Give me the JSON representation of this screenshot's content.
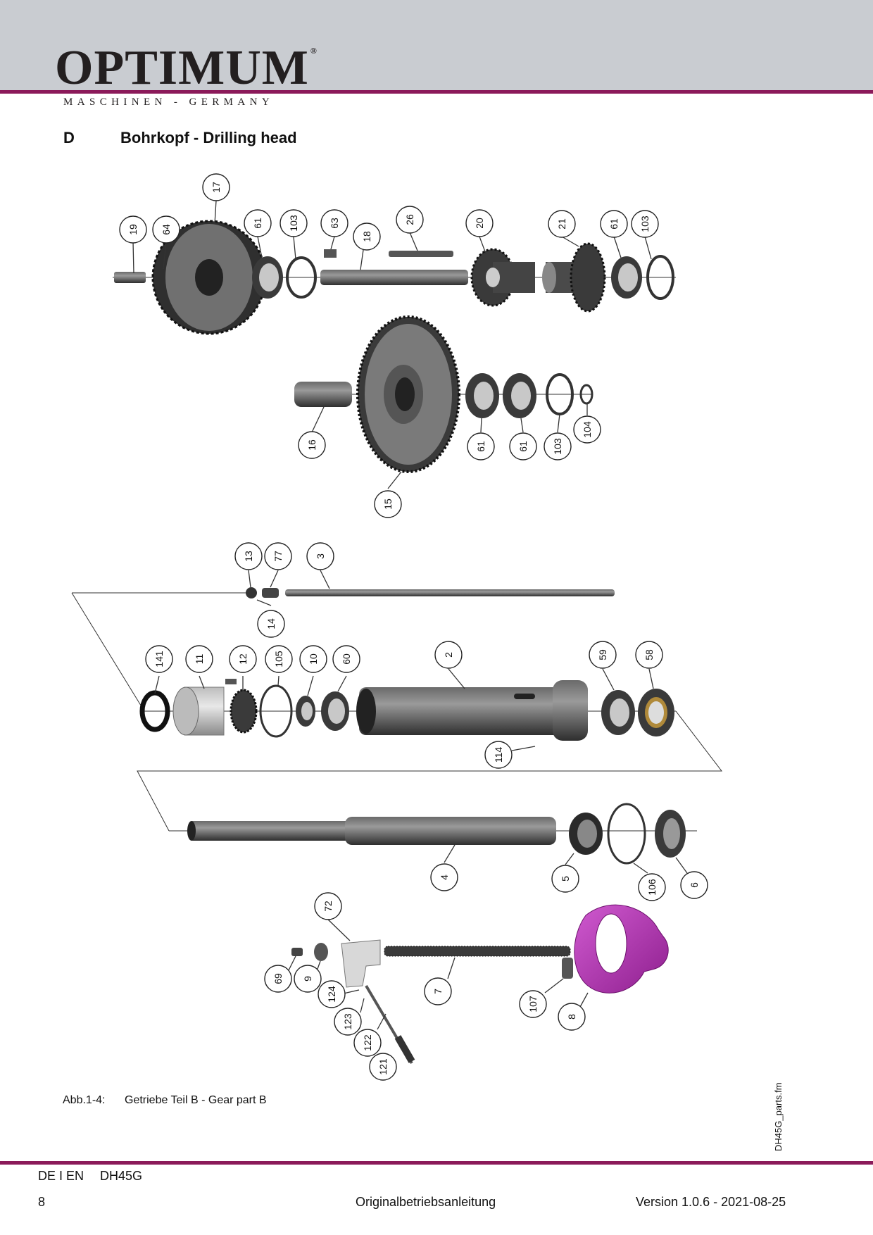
{
  "header": {
    "brand": "OPTIMUM",
    "registered": "®",
    "tagline": "MASCHINEN - GERMANY"
  },
  "section": {
    "letter": "D",
    "title": "Bohrkopf - Drilling head"
  },
  "diagram": {
    "callouts": [
      "17",
      "19",
      "64",
      "61",
      "103",
      "63",
      "18",
      "26",
      "20",
      "21",
      "61",
      "103",
      "16",
      "61",
      "61",
      "103",
      "104",
      "15",
      "13",
      "77",
      "3",
      "14",
      "141",
      "11",
      "12",
      "105",
      "10",
      "60",
      "2",
      "59",
      "58",
      "114",
      "4",
      "5",
      "106",
      "6",
      "72",
      "69",
      "9",
      "124",
      "123",
      "122",
      "121",
      "7",
      "107",
      "8"
    ]
  },
  "colors": {
    "accent": "#8b1a5a",
    "header_band": "#c9ccd1",
    "collar_part": "#b43ab4"
  },
  "caption": {
    "figure": "Abb.1-4:",
    "text": "Getriebe Teil B - Gear part B"
  },
  "side_label": "DH45G_parts.fm",
  "footer": {
    "languages": "DE I EN",
    "model": "DH45G",
    "page": "8",
    "center": "Originalbetriebsanleitung",
    "version": "Version 1.0.6 - 2021-08-25"
  }
}
